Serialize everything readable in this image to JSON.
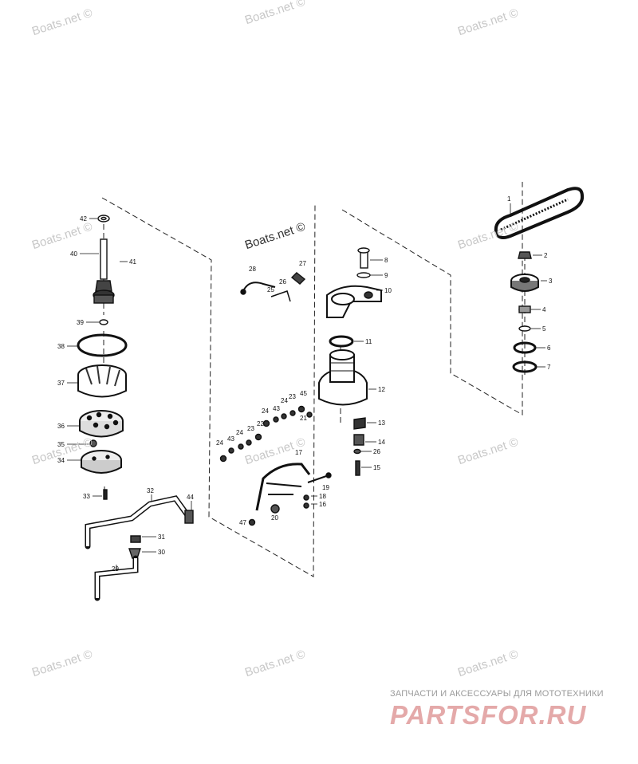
{
  "watermark": "Boats.net ©",
  "watermark_center": "Boats.net ©",
  "branding": {
    "subtitle": "ЗАПЧАСТИ И АКСЕССУАРЫ ДЛЯ МОТОТЕХНИКИ",
    "logo": "PARTSFOR.RU"
  },
  "callouts": [
    "1",
    "2",
    "3",
    "4",
    "5",
    "6",
    "7",
    "8",
    "9",
    "10",
    "11",
    "12",
    "13",
    "14",
    "15",
    "16",
    "17",
    "18",
    "19",
    "20",
    "21",
    "22",
    "23",
    "24",
    "25",
    "26",
    "27",
    "28",
    "29",
    "30",
    "31",
    "32",
    "33",
    "34",
    "35",
    "36",
    "37",
    "38",
    "39",
    "40",
    "41",
    "42",
    "43",
    "44",
    "45",
    "47"
  ]
}
